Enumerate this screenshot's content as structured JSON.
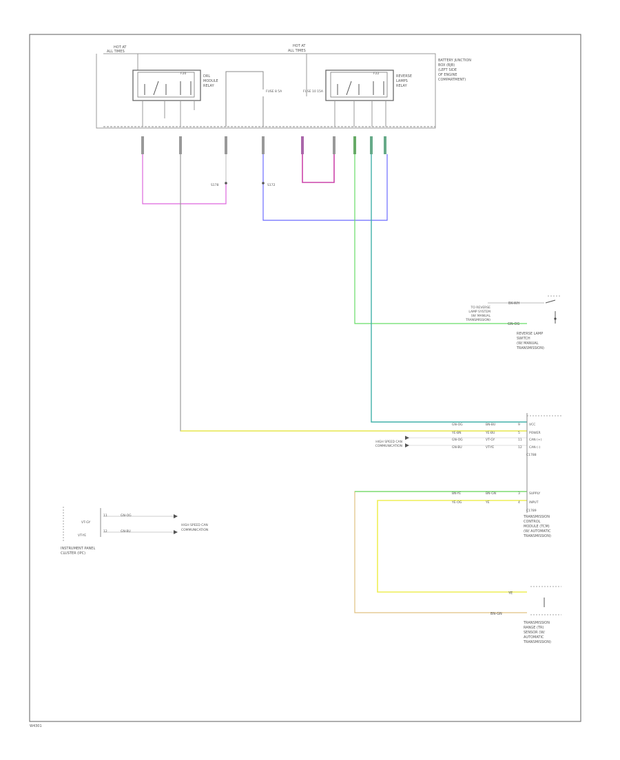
{
  "header": {
    "left_bus_top": "HOT AT",
    "left_bus_bottom": "ALL TIMES",
    "center_bus_top": "HOT AT",
    "center_bus_bottom": "ALL TIMES",
    "box_label_lines": [
      "BATTERY JUNCTION",
      "BOX (BJB)",
      "(LEFT SIDE",
      "OF ENGINE",
      "COMPARTMENT)"
    ]
  },
  "relays": {
    "left": {
      "fuse": "F20",
      "lines": [
        "DRL",
        "MODULE",
        "RELAY"
      ]
    },
    "right": {
      "fuse": "F22",
      "lines": [
        "REVERSE",
        "LAMPS",
        "RELAY"
      ]
    },
    "fuse_center_a": "FUSE 8 5A",
    "fuse_center_b": "FUSE 10 15A"
  },
  "splices": {
    "left": "S178",
    "right": "S172"
  },
  "reverse_switch": {
    "wire_top": "BK-WH",
    "wire_bottom": "GN-OG",
    "label_lines": [
      "TO REVERSE",
      "LAMP SYSTEM",
      "(W/ MANUAL",
      "TRANSMISSION)"
    ],
    "component_lines": [
      "REVERSE LAMP",
      "SWITCH",
      "(W/ MANUAL",
      "TRANSMISSION)"
    ]
  },
  "module": {
    "rows": [
      {
        "wire": "GN-OG",
        "color": "BN-BU",
        "pin": "9",
        "name": "VCC"
      },
      {
        "wire": "YE-BN",
        "color": "YE-BU",
        "pin": "5",
        "name": "POWER"
      },
      {
        "wire": "GN-OG",
        "color": "VT-GY",
        "pin": "11",
        "name": "CAN (+)"
      },
      {
        "wire": "GN-BU",
        "color": "VT-YE",
        "pin": "12",
        "name": "CAN (-)"
      }
    ],
    "bottom_pin": "C1788",
    "lower_rows": [
      {
        "wire": "BN-YE",
        "color": "BN-GN",
        "pin": "3",
        "name": "SUPPLY"
      },
      {
        "wire": "YE-OG",
        "color": "YE",
        "pin": "4",
        "name": "INPUT"
      }
    ],
    "lower_pin": "C1789",
    "network_label_lines": [
      "HIGH SPEED CAN",
      "COMMUNICATION"
    ],
    "component_lines": [
      "TRANSMISSION",
      "CONTROL",
      "MODULE (TCM)",
      "(W/ AUTOMATIC",
      "TRANSMISSION)"
    ]
  },
  "sensor": {
    "wire_yellow": "YE",
    "wire_bottom": "BN-GN",
    "component_lines": [
      "TRANSMISSION",
      "RANGE (TR)",
      "SENSOR (W/",
      "AUTOMATIC",
      "TRANSMISSION)"
    ]
  },
  "cluster": {
    "rows": [
      {
        "color": "VT-GY",
        "pin": "11",
        "wire": "GN-OG"
      },
      {
        "color": "VT-YE",
        "pin": "12",
        "wire": "GN-BU"
      }
    ],
    "network_label_lines": [
      "HIGH SPEED CAN",
      "COMMUNICATION"
    ],
    "component_lines": [
      "INSTRUMENT PANEL",
      "CLUSTER (IPC)"
    ]
  },
  "footer": {
    "code": "W4301"
  },
  "colors": {
    "frame": "#777777",
    "wire_magenta": "#dd66dd",
    "wire_blue": "#6a6aff",
    "wire_green": "#66dd66",
    "wire_teal": "#40b0a8",
    "wire_yellow": "#eeee55",
    "wire_gray": "#999999",
    "wire_orange": "#e0c080"
  }
}
